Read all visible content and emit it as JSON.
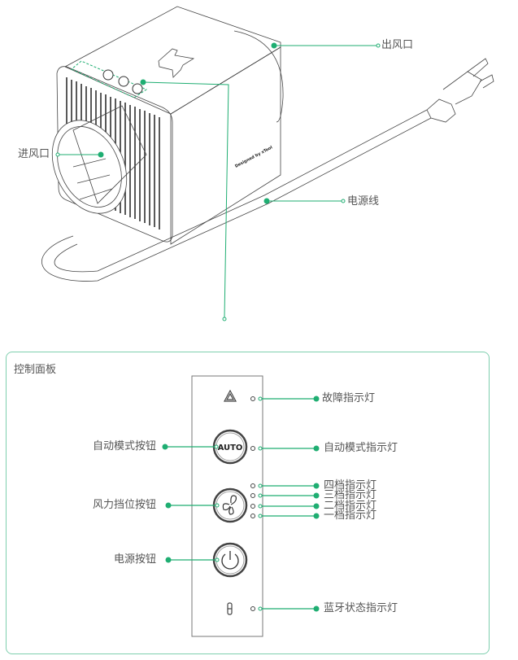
{
  "product": {
    "labels": {
      "outlet": "出风口",
      "inlet": "进风口",
      "power_cord": "电源线"
    },
    "brand_text": "Designed by xTool"
  },
  "control_panel": {
    "title": "控制面板",
    "buttons": [
      {
        "id": "auto",
        "label": "自动模式按钮",
        "glyph": "AUTO",
        "icon": "auto-icon"
      },
      {
        "id": "fan",
        "label": "风力挡位按钮",
        "icon": "fan-icon"
      },
      {
        "id": "power",
        "label": "电源按钮",
        "icon": "power-icon"
      }
    ],
    "indicators": [
      {
        "id": "fault",
        "label": "故障指示灯",
        "icon": "warning-icon"
      },
      {
        "id": "auto",
        "label": "自动模式指示灯"
      },
      {
        "id": "level4",
        "label": "四档指示灯"
      },
      {
        "id": "level3",
        "label": "三档指示灯"
      },
      {
        "id": "level2",
        "label": "二档指示灯"
      },
      {
        "id": "level1",
        "label": "一档指示灯"
      },
      {
        "id": "bluetooth",
        "label": "蓝牙状态指示灯",
        "icon": "bluetooth-icon"
      }
    ]
  },
  "colors": {
    "accent": "#1fae72",
    "border": "#7fcfae",
    "line": "#333333",
    "text": "#555555"
  }
}
